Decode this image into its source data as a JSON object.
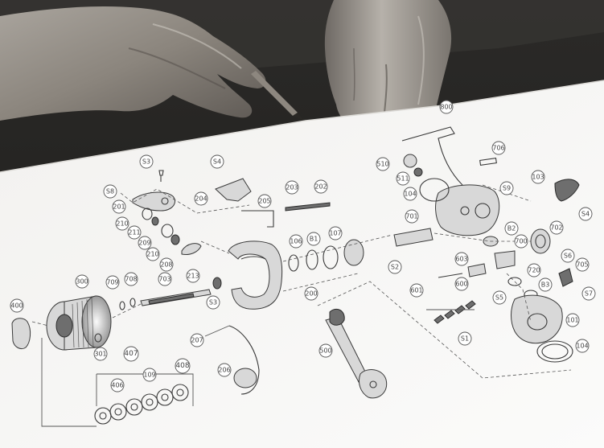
{
  "callouts": [
    {
      "id": "c-S3a",
      "label": "S3"
    },
    {
      "id": "c-S4a",
      "label": "S4"
    },
    {
      "id": "c-S8",
      "label": "S8"
    },
    {
      "id": "c-201",
      "label": "201"
    },
    {
      "id": "c-204",
      "label": "204"
    },
    {
      "id": "c-205",
      "label": "205"
    },
    {
      "id": "c-203",
      "label": "203"
    },
    {
      "id": "c-202",
      "label": "202"
    },
    {
      "id": "c-210a",
      "label": "210"
    },
    {
      "id": "c-211",
      "label": "211"
    },
    {
      "id": "c-209",
      "label": "209"
    },
    {
      "id": "c-210b",
      "label": "210"
    },
    {
      "id": "c-208",
      "label": "208"
    },
    {
      "id": "c-106",
      "label": "106"
    },
    {
      "id": "c-B1",
      "label": "B1"
    },
    {
      "id": "c-107",
      "label": "107"
    },
    {
      "id": "c-800",
      "label": "800"
    },
    {
      "id": "c-510",
      "label": "510"
    },
    {
      "id": "c-511",
      "label": "511"
    },
    {
      "id": "c-104",
      "label": "104"
    },
    {
      "id": "c-706",
      "label": "706"
    },
    {
      "id": "c-S9",
      "label": "S9"
    },
    {
      "id": "c-103",
      "label": "103"
    },
    {
      "id": "c-S4b",
      "label": "S4"
    },
    {
      "id": "c-701",
      "label": "701"
    },
    {
      "id": "c-B2",
      "label": "B2"
    },
    {
      "id": "c-700",
      "label": "700"
    },
    {
      "id": "c-702",
      "label": "702"
    },
    {
      "id": "c-S2",
      "label": "S2"
    },
    {
      "id": "c-603",
      "label": "603"
    },
    {
      "id": "c-S6",
      "label": "S6"
    },
    {
      "id": "c-705",
      "label": "705"
    },
    {
      "id": "c-720",
      "label": "720"
    },
    {
      "id": "c-601",
      "label": "601"
    },
    {
      "id": "c-600",
      "label": "600"
    },
    {
      "id": "c-S5",
      "label": "S5"
    },
    {
      "id": "c-B3",
      "label": "B3"
    },
    {
      "id": "c-S7",
      "label": "S7"
    },
    {
      "id": "c-101",
      "label": "101"
    },
    {
      "id": "c-S1",
      "label": "S1"
    },
    {
      "id": "c-204b",
      "label": "104"
    },
    {
      "id": "c-300",
      "label": "300"
    },
    {
      "id": "c-709",
      "label": "709"
    },
    {
      "id": "c-708",
      "label": "708"
    },
    {
      "id": "c-703",
      "label": "703"
    },
    {
      "id": "c-213",
      "label": "213"
    },
    {
      "id": "c-S3b",
      "label": "S3"
    },
    {
      "id": "c-200",
      "label": "200"
    },
    {
      "id": "c-400",
      "label": "400"
    },
    {
      "id": "c-301",
      "label": "301"
    },
    {
      "id": "c-207",
      "label": "207"
    },
    {
      "id": "c-206",
      "label": "206"
    },
    {
      "id": "c-500",
      "label": "500"
    },
    {
      "id": "c-407",
      "label": "407"
    },
    {
      "id": "c-408",
      "label": "408"
    },
    {
      "id": "c-109",
      "label": "109"
    },
    {
      "id": "c-406",
      "label": "406"
    }
  ]
}
